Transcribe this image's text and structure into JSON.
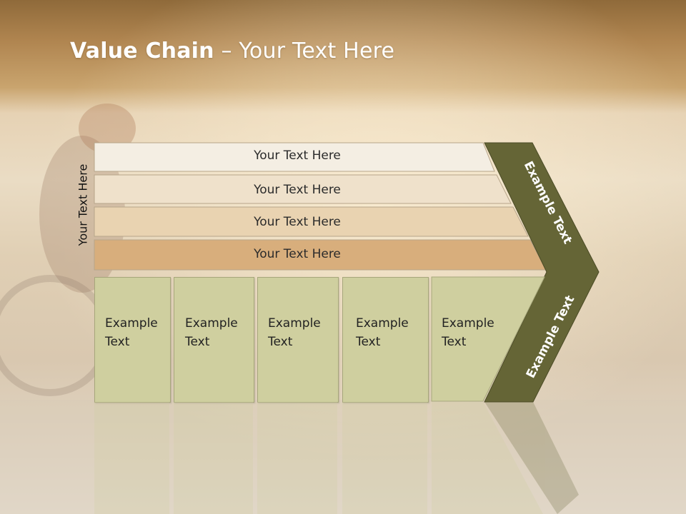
{
  "title": {
    "bold": "Value Chain",
    "rest": " – Your Text Here"
  },
  "vertical_label": "Your Text Here",
  "rows": [
    {
      "label": "Your Text Here",
      "color": "#f4eee3"
    },
    {
      "label": "Your Text Here",
      "color": "#efe1cb"
    },
    {
      "label": "Your Text Here",
      "color": "#e9d3b1"
    },
    {
      "label": "Your Text Here",
      "color": "#d8ae7c"
    }
  ],
  "boxes": [
    {
      "line1": "Example",
      "line2": "Text"
    },
    {
      "line1": "Example",
      "line2": "Text"
    },
    {
      "line1": "Example",
      "line2": "Text"
    },
    {
      "line1": "Example",
      "line2": "Text"
    },
    {
      "line1": "Example",
      "line2": "Text"
    }
  ],
  "chevron": {
    "upper": "Example Text",
    "lower": "Example Text",
    "color": "#656536"
  },
  "colors": {
    "box_fill": "#cfcf9f",
    "header_band": "#b8965c"
  }
}
